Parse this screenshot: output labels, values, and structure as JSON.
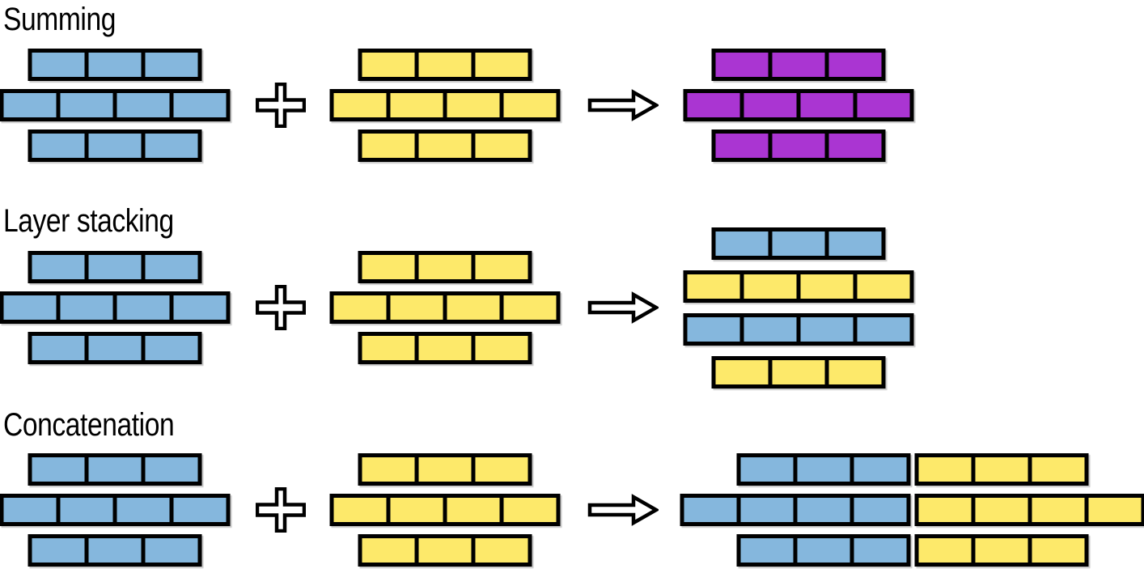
{
  "colors": {
    "blue": "#85B7DD",
    "yellow": "#FDE96A",
    "purple": "#AA35D2",
    "outline": "#000000",
    "background": "#FFFFFF"
  },
  "sections": [
    {
      "label": "Summing",
      "operator_icon": "plus",
      "arrow_icon": "right-arrow",
      "operand_a": {
        "color": "blue",
        "rows": [
          3,
          4,
          3
        ]
      },
      "operand_b": {
        "color": "yellow",
        "rows": [
          3,
          4,
          3
        ]
      },
      "result": {
        "rows": [
          [
            {
              "color": "purple",
              "cells": 3
            }
          ],
          [
            {
              "color": "purple",
              "cells": 4
            }
          ],
          [
            {
              "color": "purple",
              "cells": 3
            }
          ]
        ]
      }
    },
    {
      "label": "Layer stacking",
      "operator_icon": "plus",
      "arrow_icon": "right-arrow",
      "operand_a": {
        "color": "blue",
        "rows": [
          3,
          4,
          3
        ]
      },
      "operand_b": {
        "color": "yellow",
        "rows": [
          3,
          4,
          3
        ]
      },
      "result": {
        "rows": [
          [
            {
              "color": "blue",
              "cells": 3
            }
          ],
          [
            {
              "color": "yellow",
              "cells": 4
            }
          ],
          [
            {
              "color": "blue",
              "cells": 4
            }
          ],
          [
            {
              "color": "yellow",
              "cells": 3
            }
          ]
        ]
      }
    },
    {
      "label": "Concatenation",
      "operator_icon": "plus",
      "arrow_icon": "right-arrow",
      "operand_a": {
        "color": "blue",
        "rows": [
          3,
          4,
          3
        ]
      },
      "operand_b": {
        "color": "yellow",
        "rows": [
          3,
          4,
          3
        ]
      },
      "result": {
        "rows": [
          [
            {
              "color": "blue",
              "cells": 3
            },
            {
              "color": "yellow",
              "cells": 3
            }
          ],
          [
            {
              "color": "blue",
              "cells": 4
            },
            {
              "color": "yellow",
              "cells": 4
            }
          ],
          [
            {
              "color": "blue",
              "cells": 3
            },
            {
              "color": "yellow",
              "cells": 3
            }
          ]
        ]
      }
    }
  ]
}
